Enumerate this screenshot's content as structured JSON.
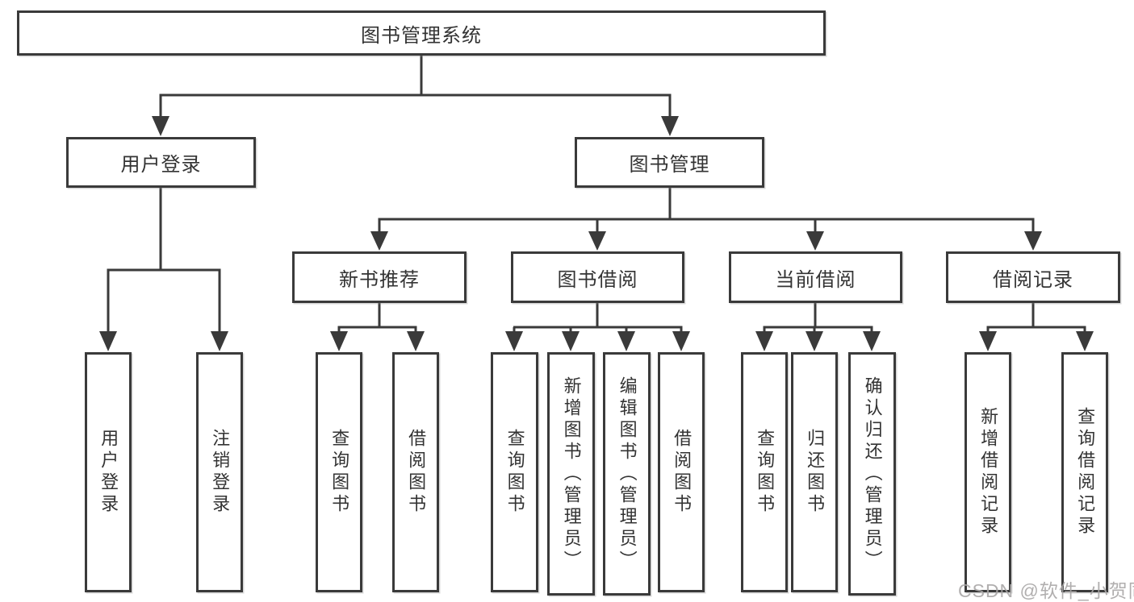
{
  "diagram": {
    "root": {
      "label": "图书管理系统"
    },
    "level2": [
      {
        "label": "用户登录"
      },
      {
        "label": "图书管理"
      }
    ],
    "level3": [
      {
        "label": "新书推荐"
      },
      {
        "label": "图书借阅"
      },
      {
        "label": "当前借阅"
      },
      {
        "label": "借阅记录"
      }
    ],
    "leaves": {
      "user_login": [
        "用户登录",
        "注销登录"
      ],
      "new_books": [
        "查询图书",
        "借阅图书"
      ],
      "book_borrow": [
        "查询图书",
        "新增图书（管理员）",
        "编辑图书（管理员）",
        "借阅图书"
      ],
      "current_borrow": [
        "查询图书",
        "归还图书",
        "确认归还（管理员）"
      ],
      "borrow_records": [
        "新增借阅记录",
        "查询借阅记录"
      ]
    },
    "colors": {
      "line": "#3a3a3a",
      "text": "#333333",
      "background": "#ffffff",
      "watermark": "#a8a6a6"
    }
  },
  "watermark": {
    "text": "CSDN @软件_小贺同学"
  }
}
